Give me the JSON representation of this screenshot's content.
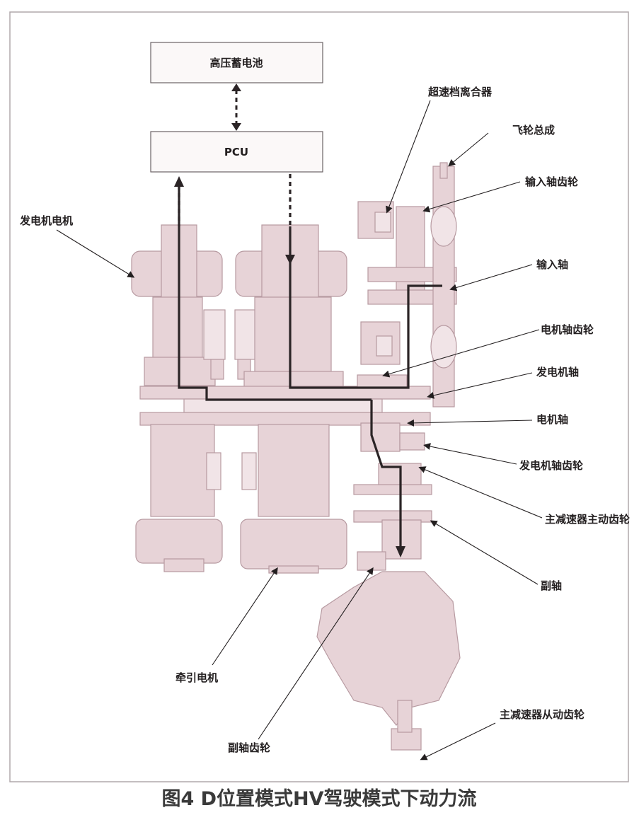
{
  "boxes": {
    "battery": "高压蓄电池",
    "pcu": "PCU"
  },
  "labels": {
    "overdrive_clutch": "超速档离合器",
    "flywheel": "飞轮总成",
    "input_shaft_gear": "输入轴齿轮",
    "generator_motor": "发电机电机",
    "input_shaft": "输入轴",
    "motor_shaft_gear": "电机轴齿轮",
    "generator_shaft": "发电机轴",
    "motor_shaft": "电机轴",
    "generator_shaft_gear": "发电机轴齿轮",
    "final_drive_gear": "主减速器主动齿轮",
    "countershaft": "副轴",
    "traction_motor": "牵引电机",
    "countershaft_gear": "副轴齿轮",
    "final_driven_gear": "主减速器从动齿轮"
  },
  "caption": "图4 D位置模式HV驾驶模式下动力流",
  "colors": {
    "part_fill": "#e7d3d7",
    "part_stroke": "#b79aa1",
    "flow_line": "#2b2426"
  }
}
